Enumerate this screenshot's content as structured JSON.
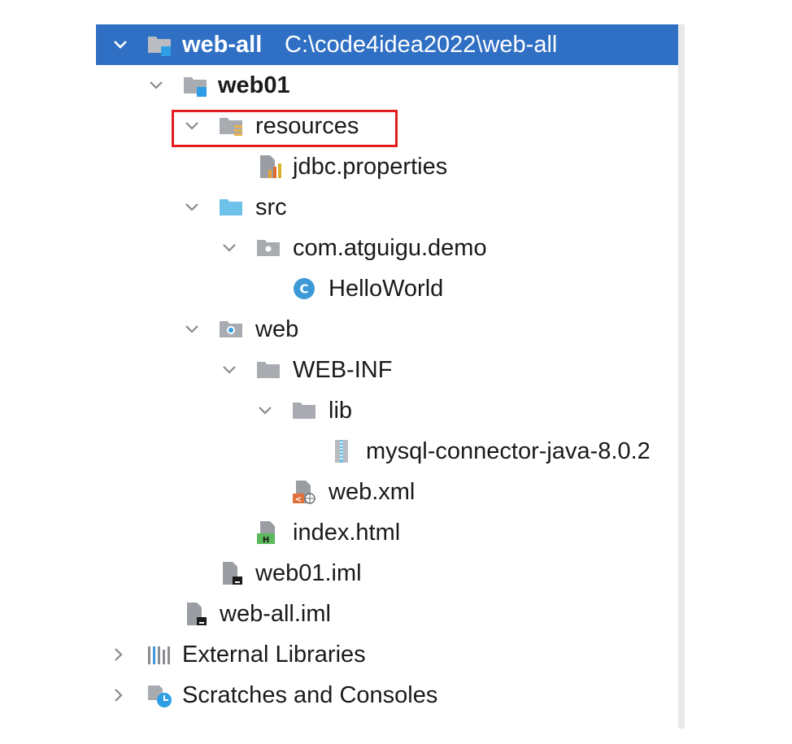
{
  "tree": {
    "root": {
      "name": "web-all",
      "path": "C:\\code4idea2022\\web-all",
      "expanded": true,
      "icon": "module-folder-icon"
    },
    "items": [
      {
        "label": "web01",
        "icon": "module-folder-icon",
        "expanded": true
      },
      {
        "label": "resources",
        "icon": "resources-folder-icon",
        "expanded": true
      },
      {
        "label": "jdbc.properties",
        "icon": "properties-file-icon"
      },
      {
        "label": "src",
        "icon": "source-folder-icon",
        "expanded": true
      },
      {
        "label": "com.atguigu.demo",
        "icon": "package-icon",
        "expanded": true
      },
      {
        "label": "HelloWorld",
        "icon": "java-class-icon"
      },
      {
        "label": "web",
        "icon": "web-folder-icon",
        "expanded": true
      },
      {
        "label": "WEB-INF",
        "icon": "folder-icon",
        "expanded": true
      },
      {
        "label": "lib",
        "icon": "folder-icon",
        "expanded": true
      },
      {
        "label": "mysql-connector-java-8.0.2",
        "icon": "jar-archive-icon"
      },
      {
        "label": "web.xml",
        "icon": "xml-file-icon"
      },
      {
        "label": "index.html",
        "icon": "html-file-icon"
      },
      {
        "label": "web01.iml",
        "icon": "iml-file-icon"
      },
      {
        "label": "web-all.iml",
        "icon": "iml-file-icon"
      },
      {
        "label": "External Libraries",
        "icon": "libraries-icon",
        "expanded": false
      },
      {
        "label": "Scratches and Consoles",
        "icon": "scratches-icon",
        "expanded": false
      }
    ]
  },
  "colors": {
    "selection": "#2f6fc4",
    "highlight_border": "#e31d1d",
    "folder_gray": "#a8acb0",
    "source_folder_blue": "#6ec1e8",
    "class_circle": "#3d9ad6",
    "module_square": "#2d9ee6"
  }
}
